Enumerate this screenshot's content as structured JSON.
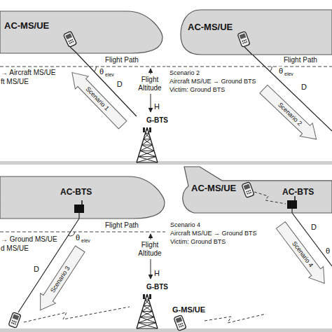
{
  "diagram": {
    "nodes": [
      {
        "text": [
          "AC-MS/UE"
        ]
      },
      {
        "text": [
          "G-BTS"
        ]
      },
      {
        "text": [
          "AC-MS/UE"
        ]
      },
      {
        "text": [
          "AC-BTS"
        ]
      },
      {
        "text": [
          "G-BTS"
        ]
      },
      {
        "text": [
          "AC-MS/UE",
          "AC-BTS"
        ]
      },
      {
        "text": [
          "G-MS/UE"
        ]
      }
    ],
    "edges": [
      {
        "from": 0,
        "to": 1,
        "arrow": "none",
        "label": "D"
      }
    ],
    "labels": [
      "→ Aircraft MS/UE",
      "ft MS/UE",
      "Flight Path",
      "θ",
      "elev",
      "Flight Altitude",
      "H",
      "Scenario 1",
      "Flight Path",
      "θ",
      "elev",
      "Scenario 2",
      "Aircraft MS/UE → Ground BTS",
      "Victim: Ground BTS",
      "D",
      "Scenario 2",
      "Flight Path",
      "θ",
      "elev",
      "→ Ground MS/UE",
      "d MS/UE",
      "Flight Altitude",
      "H",
      "D",
      "Scenario 3",
      "Scenario 4",
      "Aircraft MS/UE → Ground BTS",
      "Victim: Ground BTS",
      "D",
      "Scenario 4",
      "θ"
    ]
  }
}
